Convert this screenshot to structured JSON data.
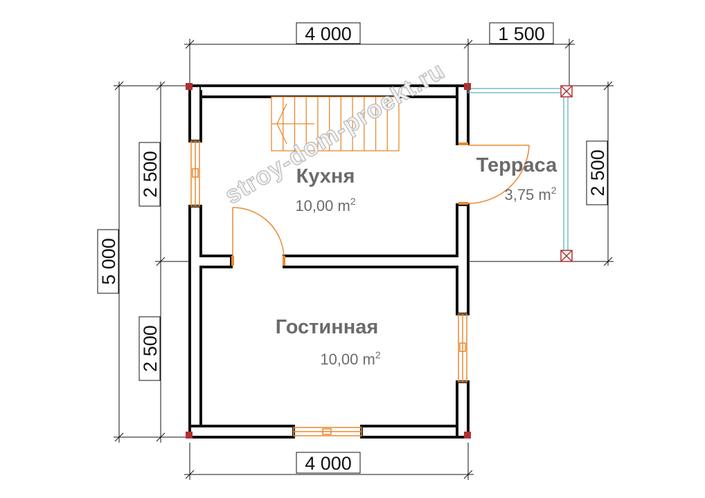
{
  "watermark": "stroy-dom-proekt.ru",
  "dimensions": {
    "top_house": "4 000",
    "top_terrace": "1 500",
    "bottom_house": "4 000",
    "left_total": "5 000",
    "left_upper": "2 500",
    "left_lower": "2 500",
    "right_terrace": "2 500"
  },
  "rooms": [
    {
      "name": "Кухня",
      "area_value": "10,00 m",
      "area_sup": "2"
    },
    {
      "name": "Терраса",
      "area_value": "3,75 m",
      "area_sup": "2"
    },
    {
      "name": "Гостинная",
      "area_value": "10,00 m",
      "area_sup": "2"
    }
  ],
  "colors": {
    "wall": "#111111",
    "door": "#e8892f",
    "stairs": "#e8892f",
    "railing": "#5ab3bd",
    "post": "#b03030",
    "label_text": "#6b6b6b"
  }
}
